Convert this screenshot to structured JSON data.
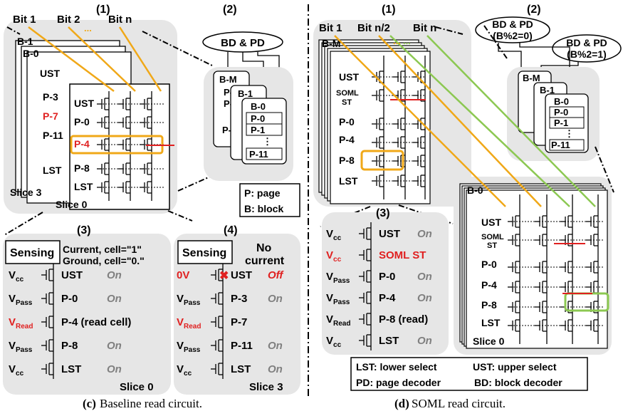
{
  "left": {
    "panel1": {
      "num": "(1)",
      "bits": [
        "Bit 1",
        "Bit 2",
        "...",
        "Bit n"
      ],
      "blocks": [
        "B-1",
        "B-0"
      ],
      "rows": [
        "UST",
        "P-3",
        "P-7",
        "P-11",
        "LST"
      ],
      "front_rows": [
        "UST",
        "P-0",
        "P-4",
        "P-8",
        "LST"
      ],
      "slice_back": "Slice 3",
      "slice_front": "Slice 0"
    },
    "panel2": {
      "num": "(2)",
      "decoder": "BD & PD",
      "back_block": "B-M",
      "mid_block": "B-1",
      "front_block": "B-0",
      "back_pages": [
        "P-",
        "P-",
        "P-1"
      ],
      "front_pages": [
        "P-0",
        "P-1",
        "⋮",
        "P-11"
      ]
    },
    "legend": {
      "page": "P: page",
      "block": "B: block"
    },
    "panel3": {
      "num": "(3)",
      "sensing": "Sensing",
      "note1": "Current, cell=\"1\"",
      "note2": "Ground, cell=\"0.\"",
      "rows": [
        {
          "v": "V",
          "sub": "cc",
          "red": false,
          "name": "UST",
          "state": "On"
        },
        {
          "v": "V",
          "sub": "Pass",
          "red": false,
          "name": "P-0",
          "state": "On"
        },
        {
          "v": "V",
          "sub": "Read",
          "red": true,
          "name": "P-4 (read cell)",
          "state": ""
        },
        {
          "v": "V",
          "sub": "Pass",
          "red": false,
          "name": "P-8",
          "state": "On"
        },
        {
          "v": "V",
          "sub": "cc",
          "red": false,
          "name": "LST",
          "state": "On"
        }
      ],
      "slice": "Slice 0"
    },
    "panel4": {
      "num": "(4)",
      "sensing": "Sensing",
      "note1": "No",
      "note2": "current",
      "rows": [
        {
          "v": "0V",
          "sub": "",
          "red": true,
          "name": "UST",
          "state": "Off",
          "state_red": true
        },
        {
          "v": "V",
          "sub": "Pass",
          "red": false,
          "name": "P-3",
          "state": "On",
          "state_red": false
        },
        {
          "v": "V",
          "sub": "Read",
          "red": true,
          "name": "P-7",
          "state": "",
          "state_red": false
        },
        {
          "v": "V",
          "sub": "Pass",
          "red": false,
          "name": "P-11",
          "state": "On",
          "state_red": false
        },
        {
          "v": "V",
          "sub": "cc",
          "red": false,
          "name": "LST",
          "state": "On",
          "state_red": false
        }
      ],
      "slice": "Slice 3"
    },
    "caption_label": "(c)",
    "caption_text": "Baseline read circuit."
  },
  "right": {
    "panel1": {
      "num": "(1)",
      "bits": [
        "Bit 1",
        "Bit n/2",
        "Bit n"
      ],
      "block": "B-M",
      "rows": [
        "UST",
        "SOML",
        "ST",
        "P-0",
        "P-4",
        "P-8",
        "LST"
      ]
    },
    "panel2": {
      "num": "(2)",
      "dec0a": "BD & PD",
      "dec0b": "(B%2=0)",
      "dec1a": "BD & PD",
      "dec1b": "(B%2=1)",
      "back_block": "B-M",
      "mid_block": "B-1",
      "front_block": "B-0",
      "front_pages": [
        "P-0",
        "P-1",
        "⋮",
        "P-11"
      ]
    },
    "panel3": {
      "num": "(3)",
      "rows": [
        {
          "v": "V",
          "sub": "cc",
          "red": false,
          "name": "UST",
          "state": "On",
          "name_red": false
        },
        {
          "v": "V",
          "sub": "cc",
          "red": true,
          "name": "SOML ST",
          "state": "",
          "name_red": true
        },
        {
          "v": "V",
          "sub": "Pass",
          "red": false,
          "name": "P-0",
          "state": "On",
          "name_red": false
        },
        {
          "v": "V",
          "sub": "Pass",
          "red": false,
          "name": "P-4",
          "state": "On",
          "name_red": false
        },
        {
          "v": "V",
          "sub": "Read",
          "red": false,
          "name": "P-8 (read)",
          "state": "",
          "name_red": false
        },
        {
          "v": "V",
          "sub": "cc",
          "red": false,
          "name": "LST",
          "state": "On",
          "name_red": false
        }
      ]
    },
    "panel4": {
      "block": "B-0",
      "rows": [
        "UST",
        "SOML",
        "ST",
        "P-0",
        "P-4",
        "P-8",
        "LST"
      ],
      "slice": "Slice 0"
    },
    "legend": {
      "lst": "LST: lower select",
      "ust": "UST: upper select",
      "pd": "PD: page decoder",
      "bd": "BD: block decoder"
    },
    "caption_label": "(d)",
    "caption_text": "SOML read circuit."
  },
  "colors": {
    "orange": "#f0a818",
    "green": "#8cc852",
    "red": "#e02020",
    "panel": "#e6e6e6",
    "gray_state": "#808080"
  }
}
